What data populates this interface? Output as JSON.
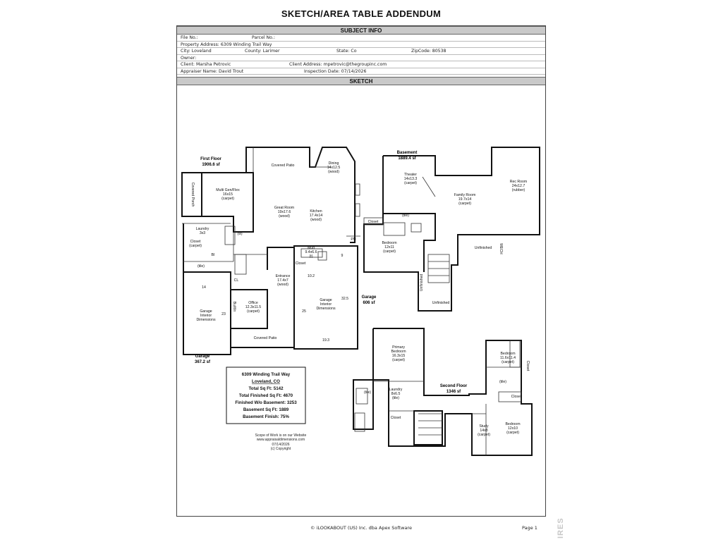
{
  "document": {
    "title": "SKETCH/AREA TABLE ADDENDUM",
    "subject_header": "SUBJECT INFO",
    "sketch_header": "SKETCH",
    "footer_copyright": "© iLOOKABOUT (US) Inc. dba Apex Software",
    "footer_page": "Page 1",
    "watermark": "IRES"
  },
  "subject": {
    "file_no": "File No.:",
    "parcel_no": "Parcel No.:",
    "property_address": "Property Address: 6309 Winding Trail Way",
    "city": "City: Loveland",
    "county": "County: Larimer",
    "state": "State: Co",
    "zipcode": "ZipCode: 80538",
    "owner": "Owner:",
    "client": "Client: Marsha Petrovic",
    "client_address": "Client Address: mpetrovic@thegroupinc.com",
    "appraiser": "Appraiser Name: David Trout",
    "inspection_date": "Inspection Date: 07/14/2026"
  },
  "floors": {
    "first_floor": {
      "name": "First Floor",
      "area": "1906.6 sf"
    },
    "basement": {
      "name": "Basement",
      "area": "1889.4 sf"
    },
    "second_floor": {
      "name": "Second Floor",
      "area": "1346 sf"
    },
    "garage_left": {
      "name": "Garage",
      "area": "367.2 sf"
    },
    "garage_right": {
      "name": "Garage",
      "area": "606 sf"
    }
  },
  "rooms": {
    "covered_patio_top": "Covered Patio",
    "dining": [
      "Dining",
      "14x12.5",
      "(wood)"
    ],
    "covered_porch": "Covered Porch",
    "multi_gen": [
      "Multi Gen/Flex",
      "16x15",
      "(carpet)"
    ],
    "great_room": [
      "Great Room",
      "19x17.6",
      "(wood)"
    ],
    "kitchen": [
      "Kitchen",
      "17.4x14",
      "(wood)"
    ],
    "laundry_first": [
      "Laundry",
      "3x3"
    ],
    "closet_first": [
      "Closet",
      "(carpet)"
    ],
    "closet_small": "Closet",
    "w_label": "(w)",
    "tile_first": "(tile)",
    "bi": "BI",
    "cl": "CL",
    "pn": "PN",
    "mud": [
      "Mud",
      "9.4x6.6",
      "(t)"
    ],
    "closet_mud": "Closet",
    "entrance": [
      "Entrance",
      "17.4x7",
      "(wood)"
    ],
    "office": [
      "Office",
      "12.3x11.5",
      "(carpet)"
    ],
    "builtin": "BuiltIn",
    "garage_interior_left": [
      "Garage",
      "Interior",
      "Dimensions"
    ],
    "garage_interior_right": [
      "Garage",
      "Interior",
      "Dimensions"
    ],
    "covered_patio_bottom": "Covered Patio",
    "dim_14": "14",
    "dim_23": "23",
    "dim_10_2": "10.2",
    "dim_9": "9",
    "dim_25": "25",
    "dim_32_5": "32.5",
    "dim_19_3": "19.3",
    "theater": [
      "Theater",
      "14x13.3",
      "(carpet)"
    ],
    "family_room": [
      "Family Room",
      "19.7x14",
      "(carpet)"
    ],
    "rec_room": [
      "Rec Room",
      "24x12.7",
      "(rubber)"
    ],
    "closet_basement": "Closet",
    "tile_basement": "(tile)",
    "bedroom_basement": [
      "Bedroom",
      "12x11",
      "(carpet)"
    ],
    "unfinished_1": "Unfinished",
    "unfinished_2": "Unfinished",
    "unfinished_3": "Unfinished",
    "mech": "MECH",
    "primary_bedroom": [
      "Primary",
      "Bedroom",
      "16.3x15",
      "(carpet)"
    ],
    "laundry_second": [
      "Laundry",
      "8x6.5",
      "(tile)"
    ],
    "tile_second": "(tile)",
    "closet_second": "Closet",
    "bedroom_2": [
      "Bedroom",
      "11.6x11.4",
      "(carpet)"
    ],
    "bedroom_3": [
      "Bedroom",
      "12x10",
      "(carpet)"
    ],
    "study": [
      "Study",
      "14x8",
      "(carpet)"
    ],
    "closet_b2": "Closet",
    "closet_b2b": "Closet",
    "tile_b2": "(tile)"
  },
  "summary": {
    "address_line": "6309 Winding Trail Way",
    "city_line": "Loveland, CO",
    "total_sqft": "Total Sq Ft: 5142",
    "total_finished": "Total Finished Sq Ft: 4670",
    "finished_wo_basement": "Finished W/o Basement: 3253",
    "basement_sqft": "Basement Sq Ft: 1889",
    "basement_finish": "Basement Finish: 75%"
  },
  "scope": {
    "line1": "Scope of Work is on our Website",
    "line2": "www.appraisaldimensions.com",
    "line3": "07/14/2026",
    "line4": "(c) Copyright"
  }
}
